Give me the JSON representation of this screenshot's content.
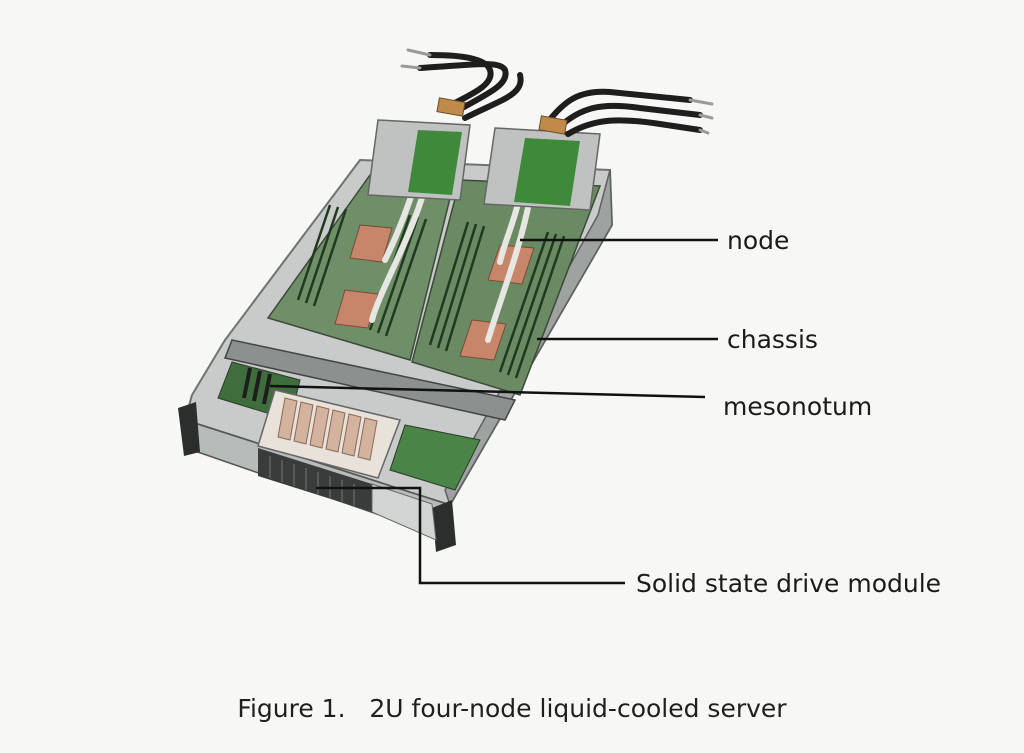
{
  "figure": {
    "caption": "Figure 1.   2U four-node liquid-cooled server",
    "callouts": [
      {
        "id": "node",
        "label": "node"
      },
      {
        "id": "chassis",
        "label": "chassis"
      },
      {
        "id": "mesonotum",
        "label": "mesonotum"
      },
      {
        "id": "ssd",
        "label": "Solid state drive module"
      }
    ]
  }
}
